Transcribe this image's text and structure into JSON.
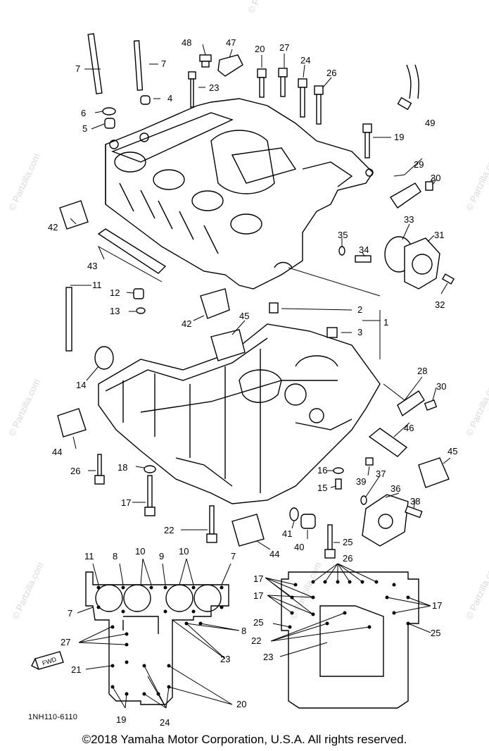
{
  "document": {
    "code": "1NH110-6110",
    "copyright": "©2018 Yamaha Motor Corporation, U.S.A. All rights reserved.",
    "watermark": "© Partzilla.com",
    "direction_label": "FWD"
  },
  "callouts": [
    "1",
    "2",
    "3",
    "4",
    "5",
    "6",
    "7",
    "8",
    "9",
    "10",
    "11",
    "12",
    "13",
    "14",
    "15",
    "16",
    "17",
    "18",
    "19",
    "20",
    "21",
    "22",
    "23",
    "24",
    "25",
    "26",
    "27",
    "28",
    "29",
    "30",
    "31",
    "32",
    "33",
    "34",
    "35",
    "36",
    "37",
    "38",
    "39",
    "40",
    "41",
    "42",
    "43",
    "44",
    "45",
    "46",
    "47",
    "48",
    "49"
  ],
  "colors": {
    "line": "#000000",
    "watermark": "#d9d9d9",
    "background": "#ffffff"
  }
}
